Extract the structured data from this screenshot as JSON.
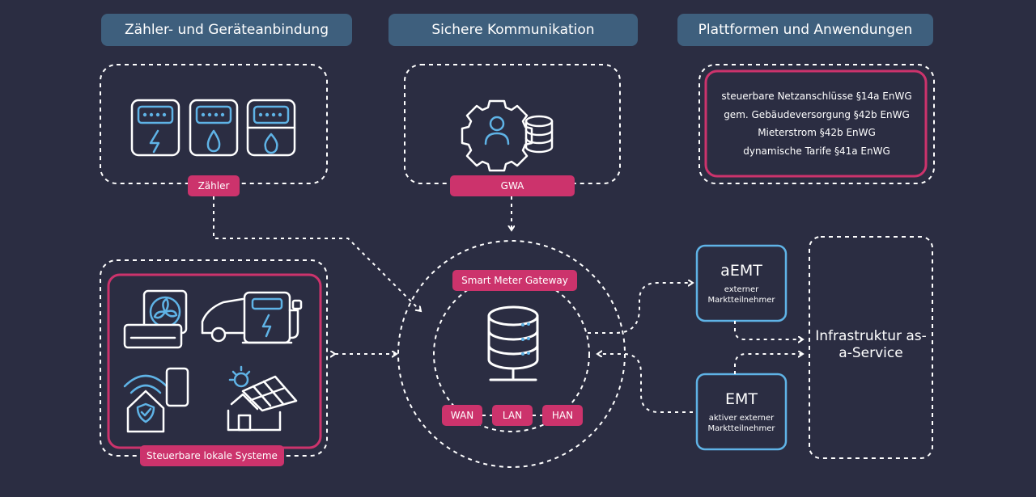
{
  "columns": {
    "meter_binding": "Zähler- und Geräteanbindung",
    "secure_comm": "Sichere Kommunikation",
    "platforms": "Plattformen und Anwendungen"
  },
  "tags": {
    "meter": "Zähler",
    "gwa": "GWA",
    "smgw": "Smart Meter Gateway",
    "local_systems": "Steuerbare lokale Systeme",
    "wan": "WAN",
    "lan": "LAN",
    "han": "HAN"
  },
  "platform_items": [
    "steuerbare Netzanschlüsse §14a EnWG",
    "gem. Gebäudeversorgung §42b EnWG",
    "Mieterstrom §42b EnWG",
    "dynamische Tarife §41a EnWG"
  ],
  "actors": {
    "aemt": {
      "title": "aEMT",
      "subtitle": "externer Marktteilnehmer"
    },
    "emt": {
      "title": "EMT",
      "subtitle": "aktiver externer Marktteilnehmer"
    }
  },
  "infrastructure": "Infrastruktur as-a-Service",
  "colors": {
    "background": "#2b2d42",
    "header": "#3e5f7d",
    "accent_pink": "#cc336c",
    "accent_blue": "#5fb3e6",
    "line": "#ffffff"
  }
}
